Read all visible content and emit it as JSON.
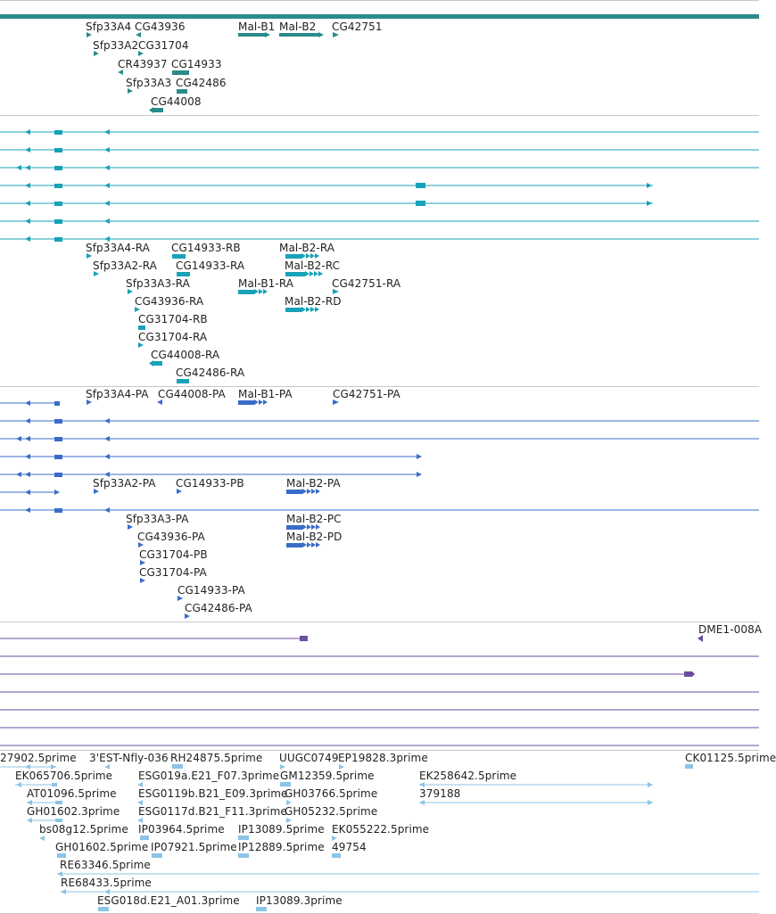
{
  "colors": {
    "gene": "#2a8b8b",
    "transcript": "#17a2b8",
    "cds": "#3a6cc9",
    "mrna": "#6a4fa0",
    "est": "#8cc4e6",
    "separator": "#c8c8c8"
  },
  "genes_track": {
    "labels": [
      "Sfp33A4",
      "CG43936",
      "Mal-B1",
      "Mal-B2",
      "CG42751",
      "Sfp33A2",
      "CG31704",
      "CR43937",
      "CG14933",
      "Sfp33A3",
      "CG42486",
      "CG44008"
    ]
  },
  "transcripts_track": {
    "labels": [
      "Sfp33A4-RA",
      "CG14933-RB",
      "Mal-B2-RA",
      "Sfp33A2-RA",
      "CG14933-RA",
      "Mal-B2-RC",
      "Sfp33A3-RA",
      "Mal-B1-RA",
      "CG42751-RA",
      "CG43936-RA",
      "Mal-B2-RD",
      "CG31704-RB",
      "CG31704-RA",
      "CG44008-RA",
      "CG42486-RA"
    ]
  },
  "proteins_track": {
    "labels": [
      "Sfp33A4-PA",
      "CG44008-PA",
      "Mal-B1-PA",
      "CG42751-PA",
      "Sfp33A2-PA",
      "CG14933-PB",
      "Mal-B2-PA",
      "Sfp33A3-PA",
      "Mal-B2-PC",
      "CG43936-PA",
      "Mal-B2-PD",
      "CG31704-PB",
      "CG31704-PA",
      "CG14933-PA",
      "CG42486-PA"
    ]
  },
  "mrna_track": {
    "labels": [
      "DME1-008A"
    ]
  },
  "est_track": {
    "labels": [
      "27902.5prime",
      "3'EST-Nfly-036",
      "RH24875.5prime",
      "UUGC0749",
      "EP19828.3prime",
      "CK01125.5prime",
      "EK065706.5prime",
      "ESG019a.E21_F07.3prime",
      "GM12359.5prime",
      "EK258642.5prime",
      "AT01096.5prime",
      "ESG0119b.B21_E09.3prime",
      "GH03766.5prime",
      "379188",
      "GH01602.3prime",
      "ESG0117d.B21_F11.3prime",
      "GH05232.5prime",
      "bs08g12.5prime",
      "IP03964.5prime",
      "IP13089.5prime",
      "EK055222.5prime",
      "GH01602.5prime",
      "IP07921.5prime",
      "IP12889.5prime",
      "49754",
      "RE63346.5prime",
      "RE68433.5prime",
      "ESG018d.E21_A01.3prime",
      "IP13089.3prime"
    ]
  }
}
